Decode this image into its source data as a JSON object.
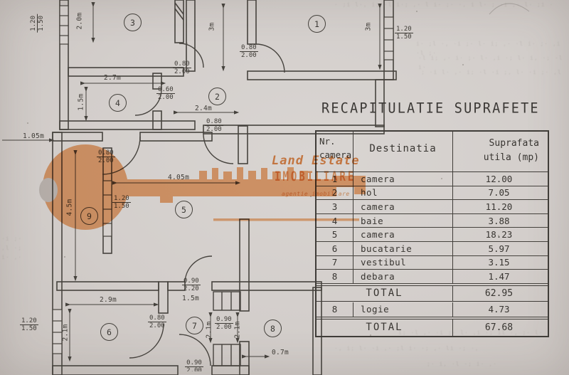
{
  "title": "RECAPITULATIE SUPRAFETE",
  "watermark": {
    "brand": "Land Estate",
    "brand2": "IMOBILIARE",
    "tagline": "agentie imobiliare",
    "color": "#ef9c5c"
  },
  "table": {
    "headers": {
      "col1": "Nr.\ncamera",
      "col2": "Destinatia",
      "col3": "Suprafata\nutila (mp)"
    },
    "rows": [
      {
        "nr": "1",
        "dest": "camera",
        "mp": "12.00"
      },
      {
        "nr": "2",
        "dest": "hol",
        "mp": "7.05"
      },
      {
        "nr": "3",
        "dest": "camera",
        "mp": "11.20"
      },
      {
        "nr": "4",
        "dest": "baie",
        "mp": "3.88"
      },
      {
        "nr": "5",
        "dest": "camera",
        "mp": "18.23"
      },
      {
        "nr": "6",
        "dest": "bucatarie",
        "mp": "5.97"
      },
      {
        "nr": "7",
        "dest": "vestibul",
        "mp": "3.15"
      },
      {
        "nr": "8",
        "dest": "debara",
        "mp": "1.47"
      }
    ],
    "total1": {
      "label": "TOTAL",
      "value": "62.95"
    },
    "extra_row": {
      "nr": "8",
      "dest": "logie",
      "mp": "4.73"
    },
    "total2": {
      "label": "TOTAL",
      "value": "67.68"
    }
  },
  "plan": {
    "rooms": {
      "r1": "1",
      "r2": "2",
      "r3": "3",
      "r4": "4",
      "r5": "5",
      "r6": "6",
      "r7": "7",
      "r8": "8",
      "r9": "9"
    },
    "dims": {
      "m20": "2.0m",
      "m3": "3m",
      "m27": "2.7m",
      "m15": "1.5m",
      "m24": "2.4m",
      "m105": "1.05m",
      "m405": "4.05m",
      "m45": "4.5m",
      "m29": "2.9m",
      "m21": "2.1m",
      "m07": "0.7m",
      "f8020": {
        "a": "0.80",
        "b": "2.00"
      },
      "f1215": {
        "a": "1.20",
        "b": "1.50"
      },
      "f6020": {
        "a": "0.60",
        "b": "2.00"
      },
      "f9022": {
        "a": "0.90",
        "b": "2.20"
      },
      "f9020": {
        "a": "0.90",
        "b": "2.00"
      }
    }
  },
  "bleed": {
    "l1": "· ;i l·, i; ·l i·; ,· l i· ;· ·, i l· ; ·i ,· l· ;i ·",
    "l2": "i· ;l ·, ·i ;· l· i; ,· ·l i· ;· ,i ·l ;·",
    "l3": "·l i; ,· i· ;· l· ,i ·; l· i, ·; ·l i·",
    "l4": "; ·i l· ,· i; ·l ·i ;, l· ·i ;· ,l",
    "l5": "·i ;·\n,l ·;\ni· ,·",
    "l6": "i; ·l ,· ·i ;· l· ,i ·; il ·, ;· l·",
    "l7": "·, i; l· ·i ,· ;l i· ·; ,· li ·; ·,",
    "l8": ";· i, ·l ·; i· ,·"
  }
}
